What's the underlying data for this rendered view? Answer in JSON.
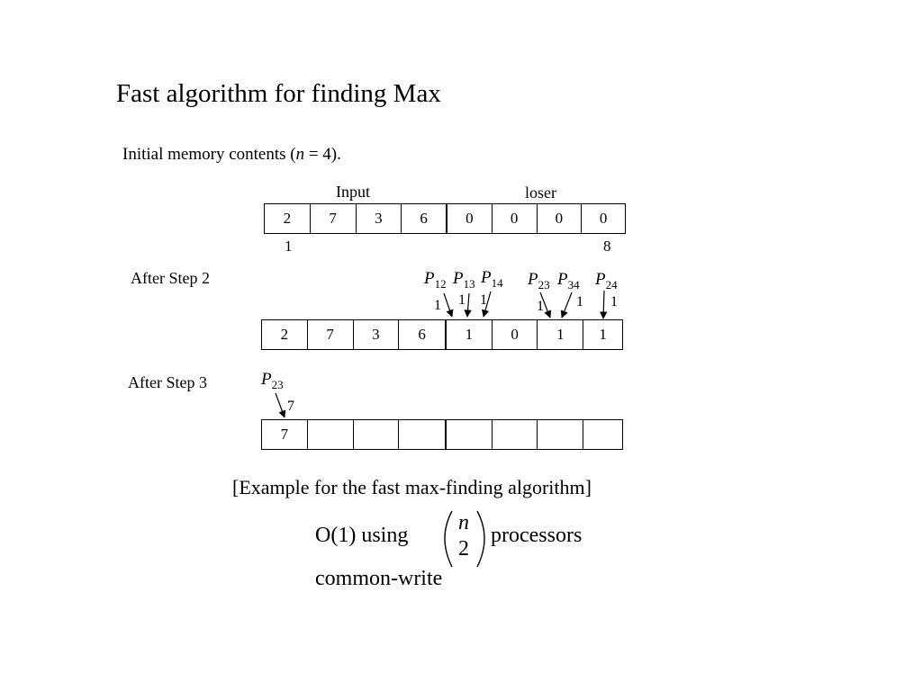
{
  "slide": {
    "title": "Fast algorithm for finding Max",
    "intro": {
      "text": "Initial memory contents (",
      "var": "n",
      "rest": " = 4)."
    },
    "input_label": "Input",
    "loser_label": "loser",
    "index_first": "1",
    "index_last": "8",
    "initial_cells": [
      "2",
      "7",
      "3",
      "6",
      "0",
      "0",
      "0",
      "0"
    ],
    "step2": {
      "label": "After Step 2",
      "cells": [
        "2",
        "7",
        "3",
        "6",
        "1",
        "0",
        "1",
        "1"
      ],
      "processors": [
        {
          "p": "P",
          "sub": "12",
          "write": "1"
        },
        {
          "p": "P",
          "sub": "13",
          "write": "1"
        },
        {
          "p": "P",
          "sub": "14",
          "write": "1"
        },
        {
          "p": "P",
          "sub": "23",
          "write": "1"
        },
        {
          "p": "P",
          "sub": "34",
          "write": "1"
        },
        {
          "p": "P",
          "sub": "24",
          "write": "1"
        }
      ]
    },
    "step3": {
      "label": "After Step 3",
      "cells": [
        "7",
        "",
        "",
        "",
        "",
        "",
        "",
        ""
      ],
      "processor": {
        "p": "P",
        "sub": "23",
        "write": "7"
      }
    },
    "caption": "[Example for the fast max-finding algorithm]",
    "complexity": {
      "prefix": "O(1)  using",
      "top": "n",
      "bottom": "2",
      "suffix": "processors"
    },
    "model": "common-write"
  }
}
